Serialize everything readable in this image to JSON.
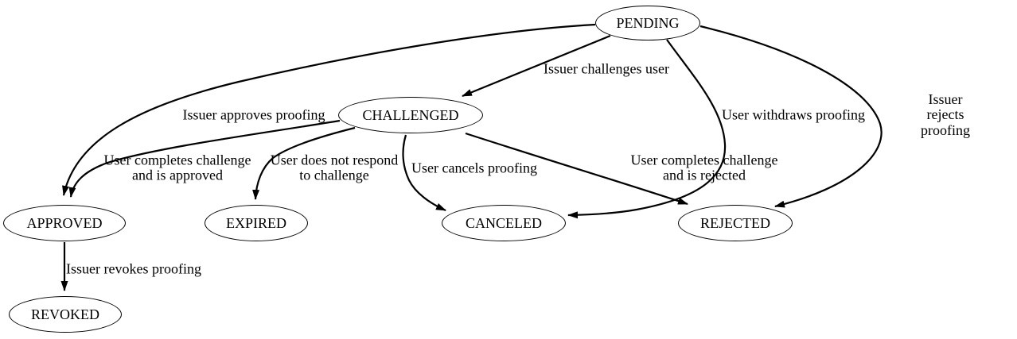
{
  "diagram": {
    "kind": "state-machine",
    "colors": {
      "background": "#ffffff",
      "node_fill": "#ffffff",
      "stroke": "#000000",
      "text": "#000000"
    },
    "nodes": [
      {
        "id": "pending",
        "label": "PENDING"
      },
      {
        "id": "challenged",
        "label": "CHALLENGED"
      },
      {
        "id": "approved",
        "label": "APPROVED"
      },
      {
        "id": "expired",
        "label": "EXPIRED"
      },
      {
        "id": "canceled",
        "label": "CANCELED"
      },
      {
        "id": "rejected",
        "label": "REJECTED"
      },
      {
        "id": "revoked",
        "label": "REVOKED"
      }
    ],
    "edges": [
      {
        "from": "pending",
        "to": "challenged",
        "label": "Issuer challenges user"
      },
      {
        "from": "pending",
        "to": "approved",
        "label": "Issuer approves proofing"
      },
      {
        "from": "pending",
        "to": "canceled",
        "label": "User withdraws proofing"
      },
      {
        "from": "pending",
        "to": "rejected",
        "label": "Issuer rejects proofing"
      },
      {
        "from": "challenged",
        "to": "approved",
        "label": "User completes challenge\nand is approved"
      },
      {
        "from": "challenged",
        "to": "expired",
        "label": "User does not respond\nto challenge"
      },
      {
        "from": "challenged",
        "to": "canceled",
        "label": "User cancels proofing"
      },
      {
        "from": "challenged",
        "to": "rejected",
        "label": "User completes challenge\nand is rejected"
      },
      {
        "from": "approved",
        "to": "revoked",
        "label": "Issuer revokes proofing"
      }
    ]
  }
}
